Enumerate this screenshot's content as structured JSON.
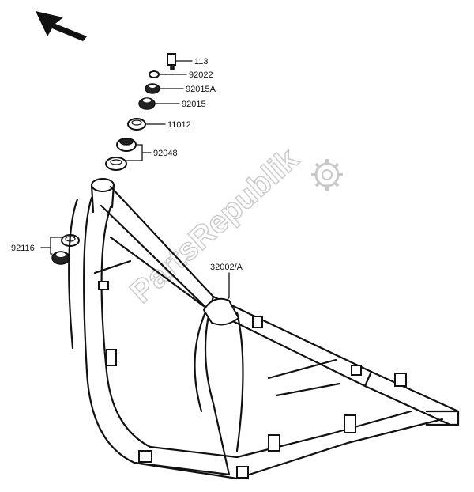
{
  "watermark": "PartsRepublik",
  "icons": {
    "direction": "front-arrow-icon",
    "gear": "gear-icon"
  },
  "labels": {
    "p113": "113",
    "p92022": "92022",
    "p92015a": "92015A",
    "p92015": "92015",
    "p11012": "11012",
    "p92048": "92048",
    "p92116": "92116",
    "p32002": "32002/A"
  }
}
